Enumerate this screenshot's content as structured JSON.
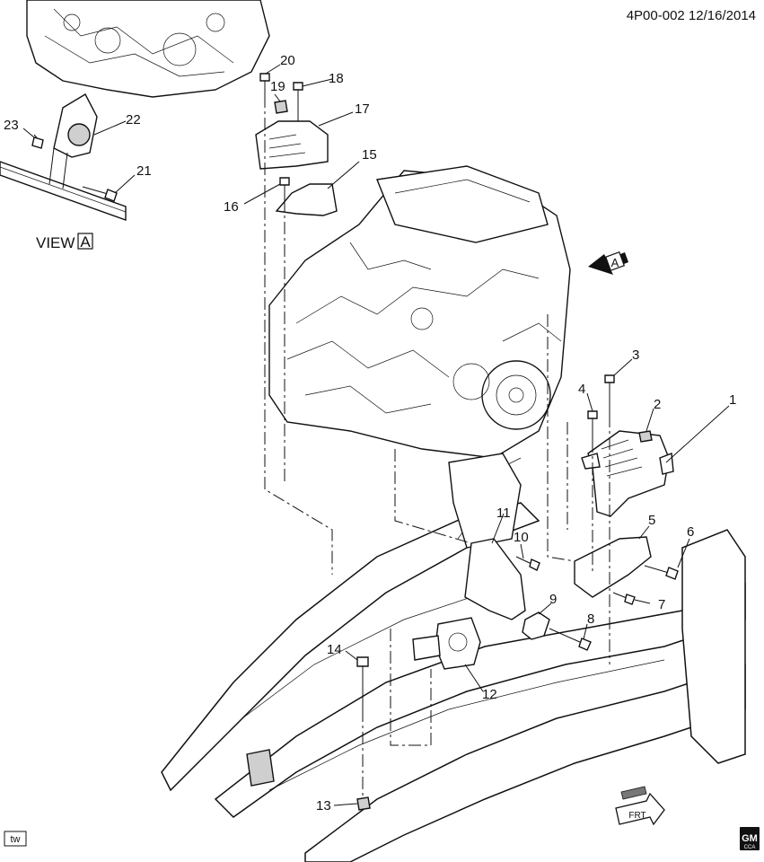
{
  "header": {
    "code_date": "4P00-002  12/16/2014"
  },
  "view_label": {
    "text": "VIEW",
    "letter": "A"
  },
  "view_arrow_letter": "A",
  "front_arrow_text": "FRT",
  "corner_tag": "tw",
  "brand": {
    "top": "GM",
    "bottom": "CCA"
  },
  "callouts": [
    "1",
    "2",
    "3",
    "4",
    "5",
    "6",
    "7",
    "8",
    "9",
    "10",
    "11",
    "12",
    "13",
    "14",
    "15",
    "16",
    "17",
    "18",
    "19",
    "20",
    "21",
    "22",
    "23"
  ]
}
